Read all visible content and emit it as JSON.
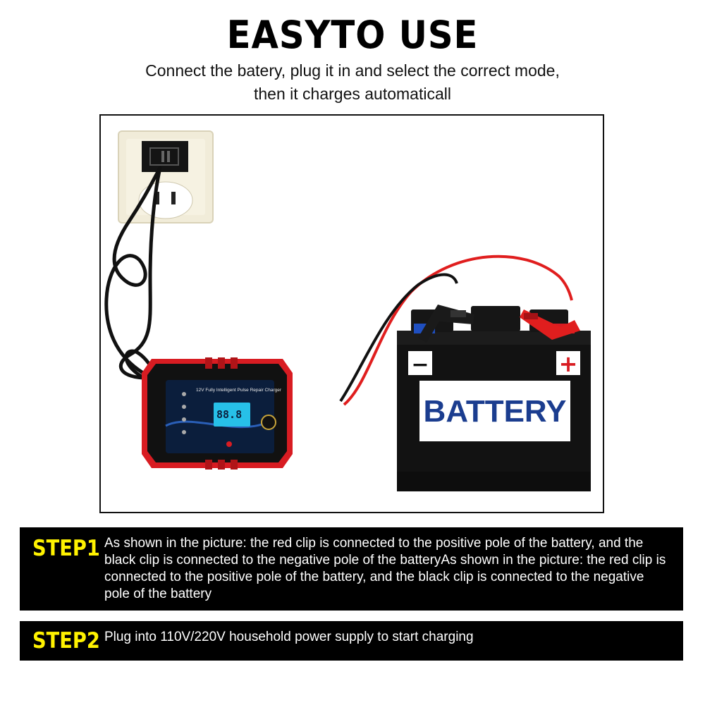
{
  "header": {
    "title": "EASYTO USE",
    "subtitle_line1": "Connect the batery, plug it in and select the correct mode,",
    "subtitle_line2": "then it charges automaticall"
  },
  "illustration": {
    "charger_label": "12V Fully Intelligent Pulse Repair Charger",
    "charger_display": "88.8",
    "battery_label": "BATTERY",
    "negative_symbol": "−",
    "positive_symbol": "+",
    "colors": {
      "charger_red": "#d81c22",
      "cable_red": "#e01e1e",
      "battery_blue": "#1b3d8f"
    }
  },
  "steps": [
    {
      "label": "STEP1",
      "text": "As shown in the picture: the red clip is connected to the positive pole of the battery, and the black clip is connected to the negative pole of the batteryAs shown in the picture: the red clip is connected to the positive pole of the battery, and the black clip is connected to the negative pole of the battery"
    },
    {
      "label": "STEP2",
      "text": "Plug into 110V/220V household power supply to start charging"
    }
  ],
  "colors": {
    "step_label": "#fff200",
    "step_background": "#000000"
  }
}
